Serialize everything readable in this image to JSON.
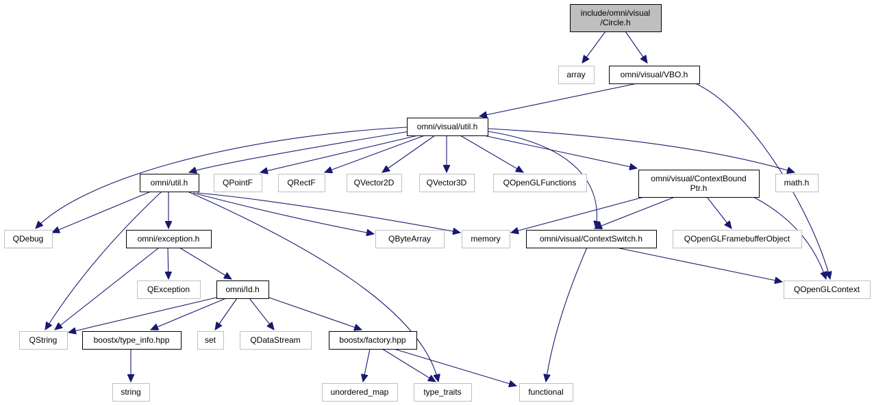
{
  "colors": {
    "edge": "#191970",
    "root_fill": "#bfbfbf",
    "documented_border": "#000000",
    "external_border": "#bfbfbf",
    "background": "#ffffff"
  },
  "nodes": [
    {
      "id": "circle",
      "lines": [
        "include/omni/visual",
        "/Circle.h"
      ],
      "kind": "root"
    },
    {
      "id": "array",
      "lines": [
        "array"
      ],
      "kind": "external"
    },
    {
      "id": "vbo",
      "lines": [
        "omni/visual/VBO.h"
      ],
      "kind": "documented"
    },
    {
      "id": "vutil",
      "lines": [
        "omni/visual/util.h"
      ],
      "kind": "documented"
    },
    {
      "id": "outil",
      "lines": [
        "omni/util.h"
      ],
      "kind": "documented"
    },
    {
      "id": "qpointf",
      "lines": [
        "QPointF"
      ],
      "kind": "external"
    },
    {
      "id": "qrectf",
      "lines": [
        "QRectF"
      ],
      "kind": "external"
    },
    {
      "id": "qvector2d",
      "lines": [
        "QVector2D"
      ],
      "kind": "external"
    },
    {
      "id": "qvector3d",
      "lines": [
        "QVector3D"
      ],
      "kind": "external"
    },
    {
      "id": "qoglfunc",
      "lines": [
        "QOpenGLFunctions"
      ],
      "kind": "external"
    },
    {
      "id": "cbptr",
      "lines": [
        "omni/visual/ContextBound",
        "Ptr.h"
      ],
      "kind": "documented"
    },
    {
      "id": "mathh",
      "lines": [
        "math.h"
      ],
      "kind": "external"
    },
    {
      "id": "qdebug",
      "lines": [
        "QDebug"
      ],
      "kind": "external"
    },
    {
      "id": "exception",
      "lines": [
        "omni/exception.h"
      ],
      "kind": "documented"
    },
    {
      "id": "qbytearray",
      "lines": [
        "QByteArray"
      ],
      "kind": "external"
    },
    {
      "id": "memory",
      "lines": [
        "memory"
      ],
      "kind": "external"
    },
    {
      "id": "ctxswitch",
      "lines": [
        "omni/visual/ContextSwitch.h"
      ],
      "kind": "documented"
    },
    {
      "id": "qoglfbo",
      "lines": [
        "QOpenGLFramebufferObject"
      ],
      "kind": "external"
    },
    {
      "id": "qexception",
      "lines": [
        "QException"
      ],
      "kind": "external"
    },
    {
      "id": "idh",
      "lines": [
        "omni/Id.h"
      ],
      "kind": "documented"
    },
    {
      "id": "qoglctx",
      "lines": [
        "QOpenGLContext"
      ],
      "kind": "external"
    },
    {
      "id": "qstring",
      "lines": [
        "QString"
      ],
      "kind": "external"
    },
    {
      "id": "typeinfo",
      "lines": [
        "boostx/type_info.hpp"
      ],
      "kind": "documented"
    },
    {
      "id": "set",
      "lines": [
        "set"
      ],
      "kind": "external"
    },
    {
      "id": "qdatastream",
      "lines": [
        "QDataStream"
      ],
      "kind": "external"
    },
    {
      "id": "factory",
      "lines": [
        "boostx/factory.hpp"
      ],
      "kind": "documented"
    },
    {
      "id": "string",
      "lines": [
        "string"
      ],
      "kind": "external"
    },
    {
      "id": "umap",
      "lines": [
        "unordered_map"
      ],
      "kind": "external"
    },
    {
      "id": "typetraits",
      "lines": [
        "type_traits"
      ],
      "kind": "external"
    },
    {
      "id": "functional",
      "lines": [
        "functional"
      ],
      "kind": "external"
    }
  ],
  "edges": [
    {
      "from": "circle",
      "to": "array"
    },
    {
      "from": "circle",
      "to": "vbo"
    },
    {
      "from": "vbo",
      "to": "vutil"
    },
    {
      "from": "vbo",
      "to": "qoglctx"
    },
    {
      "from": "vutil",
      "to": "qdebug"
    },
    {
      "from": "vutil",
      "to": "outil"
    },
    {
      "from": "vutil",
      "to": "qpointf"
    },
    {
      "from": "vutil",
      "to": "qrectf"
    },
    {
      "from": "vutil",
      "to": "qvector2d"
    },
    {
      "from": "vutil",
      "to": "qvector3d"
    },
    {
      "from": "vutil",
      "to": "qoglfunc"
    },
    {
      "from": "vutil",
      "to": "cbptr"
    },
    {
      "from": "vutil",
      "to": "mathh"
    },
    {
      "from": "vutil",
      "to": "ctxswitch"
    },
    {
      "from": "outil",
      "to": "qdebug"
    },
    {
      "from": "outil",
      "to": "exception"
    },
    {
      "from": "outil",
      "to": "qstring"
    },
    {
      "from": "outil",
      "to": "qbytearray"
    },
    {
      "from": "outil",
      "to": "memory"
    },
    {
      "from": "outil",
      "to": "typetraits"
    },
    {
      "from": "cbptr",
      "to": "memory"
    },
    {
      "from": "cbptr",
      "to": "ctxswitch"
    },
    {
      "from": "cbptr",
      "to": "qoglfbo"
    },
    {
      "from": "cbptr",
      "to": "qoglctx"
    },
    {
      "from": "ctxswitch",
      "to": "qoglctx"
    },
    {
      "from": "ctxswitch",
      "to": "functional"
    },
    {
      "from": "exception",
      "to": "qexception"
    },
    {
      "from": "exception",
      "to": "idh"
    },
    {
      "from": "exception",
      "to": "qstring"
    },
    {
      "from": "idh",
      "to": "qstring"
    },
    {
      "from": "idh",
      "to": "typeinfo"
    },
    {
      "from": "idh",
      "to": "set"
    },
    {
      "from": "idh",
      "to": "qdatastream"
    },
    {
      "from": "idh",
      "to": "factory"
    },
    {
      "from": "typeinfo",
      "to": "string"
    },
    {
      "from": "factory",
      "to": "umap"
    },
    {
      "from": "factory",
      "to": "typetraits"
    },
    {
      "from": "factory",
      "to": "functional"
    }
  ]
}
